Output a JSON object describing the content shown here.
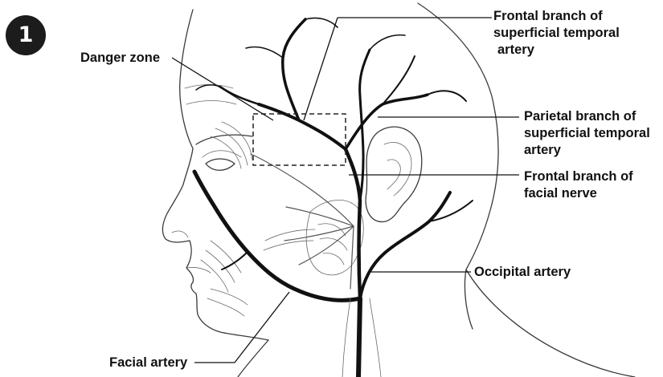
{
  "figure": {
    "panel_number": "1",
    "labels": {
      "danger_zone": "Danger zone",
      "frontal_branch_sta": [
        "Frontal branch of",
        "superficial temporal",
        "artery"
      ],
      "parietal_branch_sta": [
        "Parietal branch of",
        "superficial temporal",
        "artery"
      ],
      "frontal_branch_facial_nerve": [
        "Frontal branch of",
        "facial nerve"
      ],
      "occipital_artery": "Occipital artery",
      "facial_artery": "Facial artery"
    }
  }
}
